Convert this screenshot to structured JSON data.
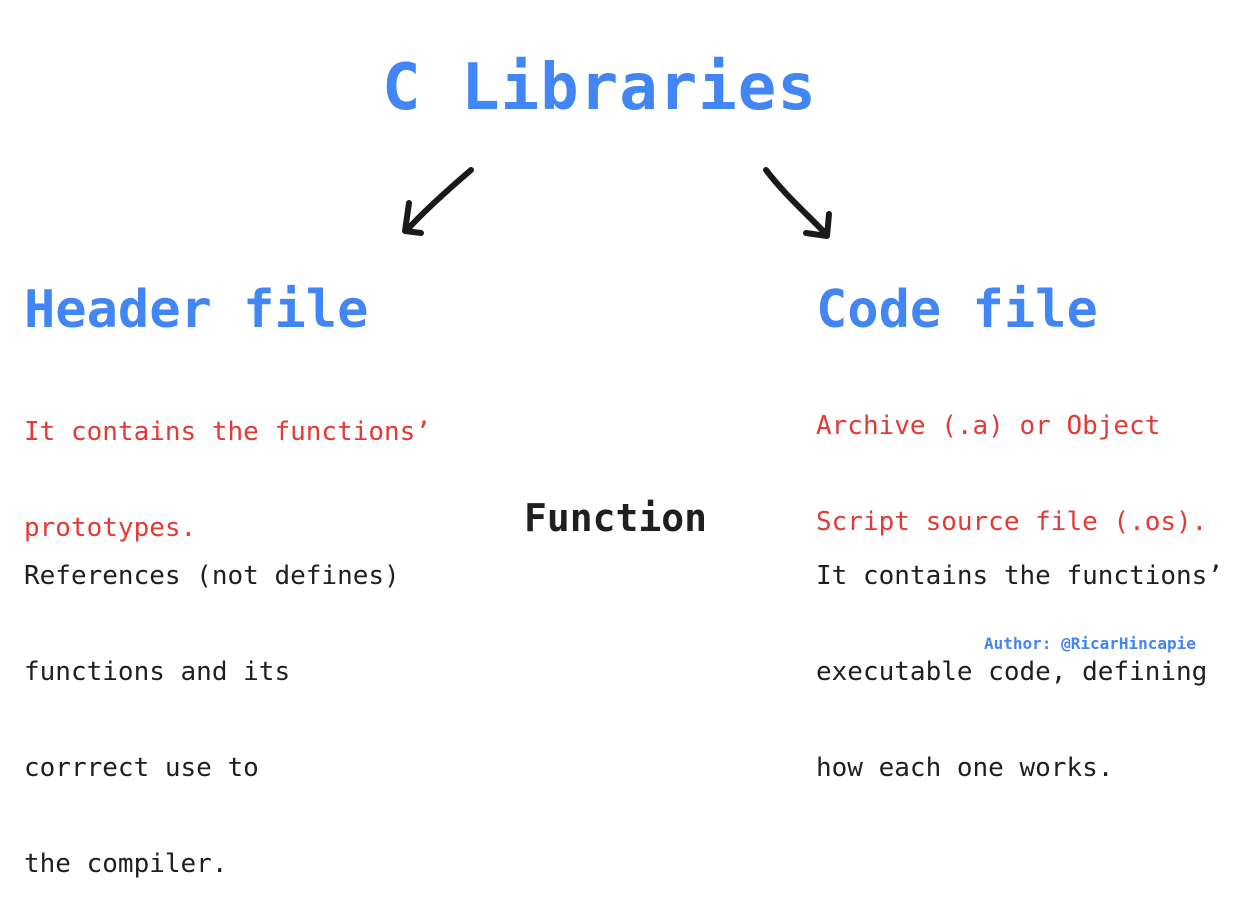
{
  "title": "C Libraries",
  "colors": {
    "blue": "#4285f4",
    "red": "#e53935",
    "dark": "#1f1f1f",
    "background": "#ffffff"
  },
  "arrows": [
    {
      "name": "arrow-down-left",
      "direction": "down-left"
    },
    {
      "name": "arrow-down-right",
      "direction": "down-right"
    }
  ],
  "left": {
    "heading": "Header file",
    "subtitle_lines": [
      "It contains the functions’",
      "prototypes."
    ],
    "description_lines": [
      "References (not defines)",
      "functions and its",
      "corrrect use to",
      "the compiler."
    ]
  },
  "center": {
    "label": "Function"
  },
  "right": {
    "heading": "Code file",
    "subtitle_lines": [
      "Archive (.a) or Object",
      "Script source file (.os)."
    ],
    "description_lines": [
      "It contains the functions’",
      "executable code, defining",
      "how each one works."
    ]
  },
  "footer": {
    "author": "Author: @RicarHincapie"
  }
}
